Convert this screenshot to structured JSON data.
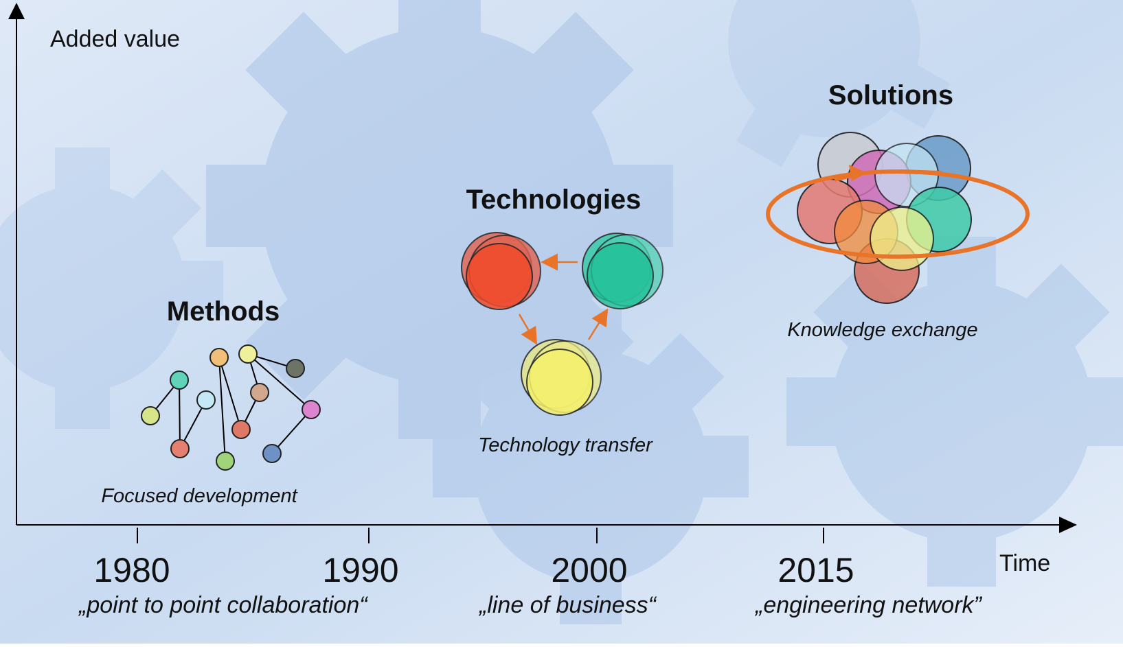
{
  "axes": {
    "y_label": "Added value",
    "x_label": "Time"
  },
  "timeline": [
    {
      "year": "1980",
      "era": "„point to point collaboration“"
    },
    {
      "year": "1990",
      "era": ""
    },
    {
      "year": "2000",
      "era": "„line of business“"
    },
    {
      "year": "2015",
      "era": "„engineering network”"
    }
  ],
  "stages": {
    "methods": {
      "title": "Methods",
      "caption": "Focused development"
    },
    "technologies": {
      "title": "Technologies",
      "caption": "Technology transfer"
    },
    "solutions": {
      "title": "Solutions",
      "caption": "Knowledge exchange"
    }
  },
  "colors": {
    "background_light": "#e8eff9",
    "gear_blue": "#a9c4e6",
    "arrow_orange": "#e8742a",
    "tech_red": "#f04a2a",
    "tech_teal": "#1fbf97",
    "tech_yellow": "#f4f06a"
  }
}
